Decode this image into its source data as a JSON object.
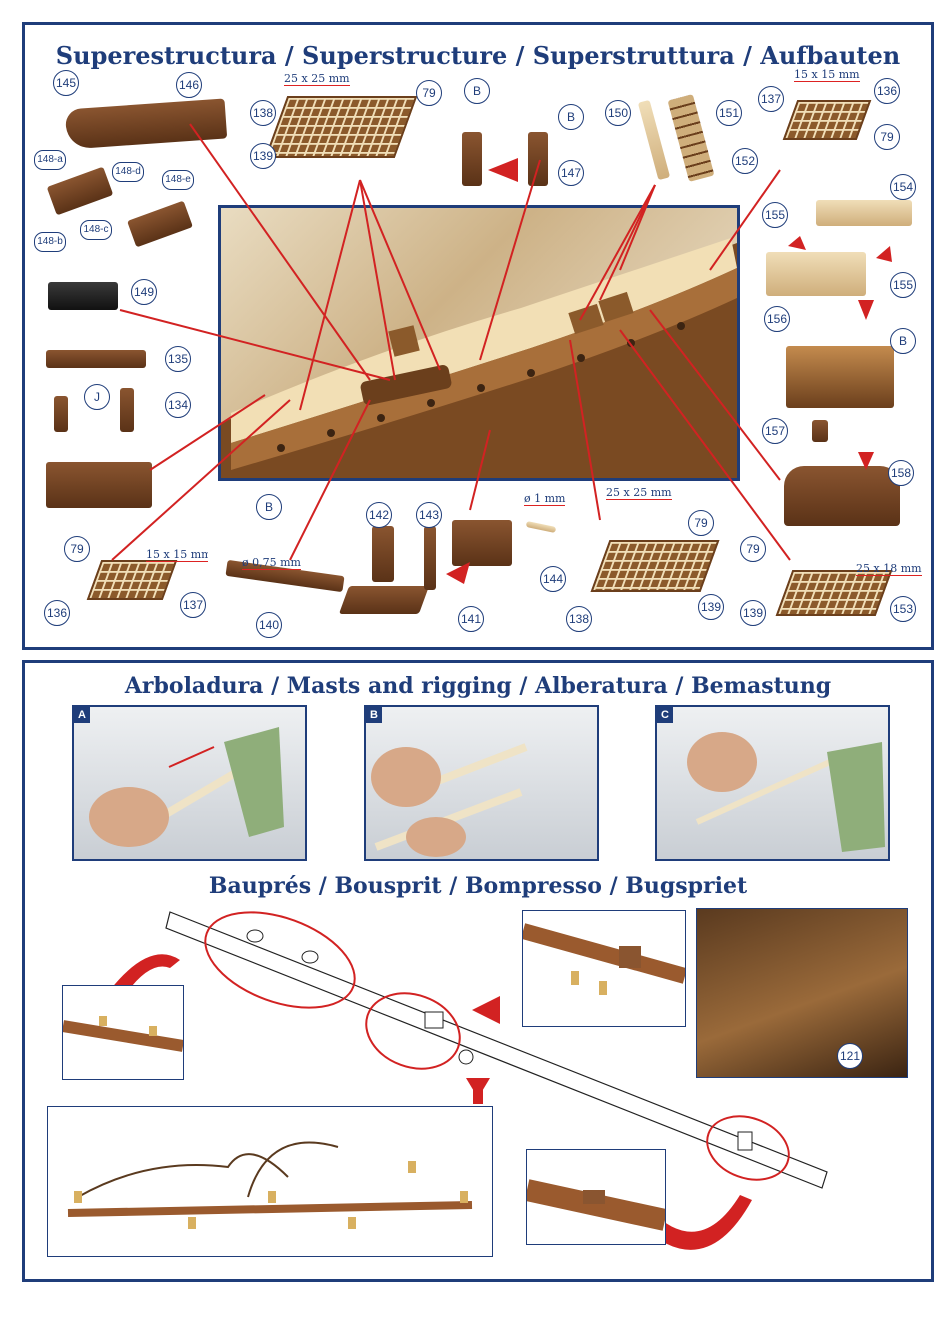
{
  "panels": {
    "superstructure": {
      "title": "Superestructura / Superstructure / Superstruttura / Aufbauten",
      "callouts": [
        "145",
        "146",
        "138",
        "79",
        "B",
        "B",
        "147",
        "150",
        "151",
        "152",
        "137",
        "136",
        "79",
        "148-a",
        "148-d",
        "148-e",
        "148-c",
        "148-b",
        "149",
        "139",
        "155",
        "154",
        "156",
        "155",
        "B",
        "135",
        "J",
        "134",
        "157",
        "158",
        "79",
        "136",
        "137",
        "B",
        "140",
        "142",
        "143",
        "141",
        "144",
        "138",
        "79",
        "139",
        "79",
        "139",
        "153"
      ],
      "dimensions": {
        "grate_138": "25 x 25 mm",
        "grate_137_top": "15 x 15 mm",
        "grate_137_bottom": "15 x 15 mm",
        "rod_140": "ø 0,75 mm",
        "pin_144": "ø 1 mm",
        "grate_138_bottom": "25 x 25 mm",
        "grate_153": "25 x 18 mm"
      }
    },
    "masts": {
      "title": "Arboladura / Masts and rigging / Alberatura / Bemastung",
      "steps": [
        "A",
        "B",
        "C"
      ]
    },
    "bowsprit": {
      "title": "Bauprés / Bousprit / Bompresso / Bugspriet",
      "callout": "121"
    }
  },
  "colors": {
    "frame": "#1f3d7a",
    "arrow": "#d22222",
    "wood_dark": "#6b3f1c",
    "wood_light": "#e9d4a8"
  }
}
